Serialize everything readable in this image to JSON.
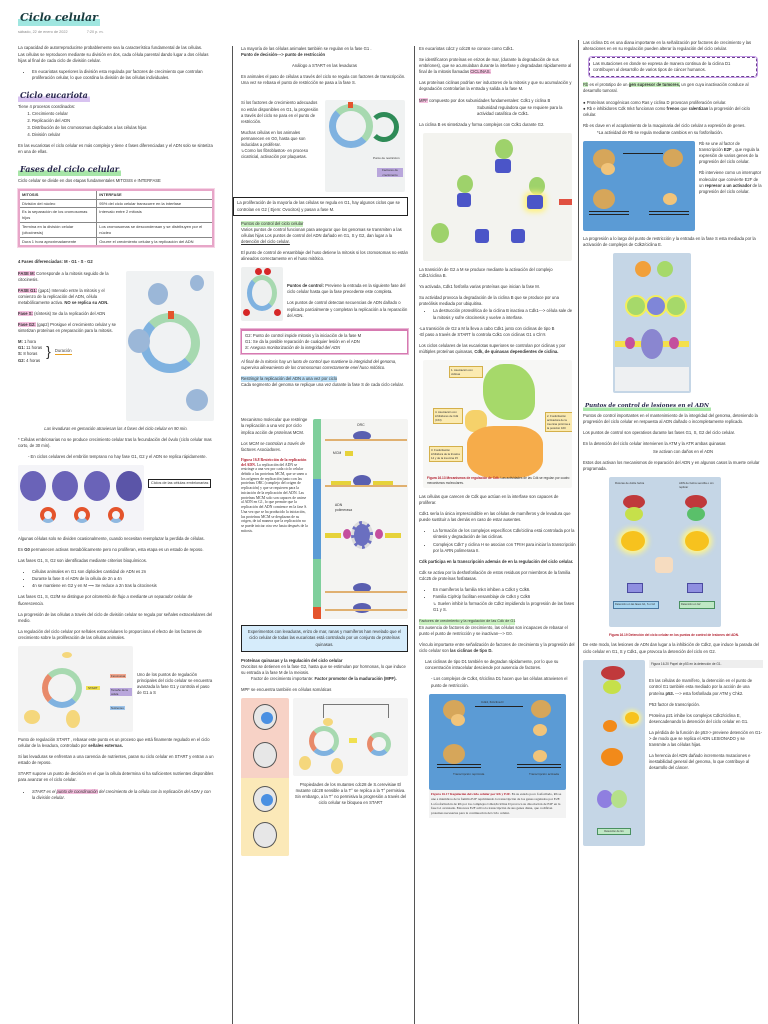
{
  "header": {
    "title": "Ciclo celular",
    "date": "sábado, 22 de enero de 2022",
    "time": "7:20 p. m."
  },
  "col1": {
    "intro1": "La capacidad de autorreproducirse probablemente sea la característica fundamental de las células.",
    "intro2": "Las células se reproducen mediante su división en dos, cada célula parental dando lugar a dos células hijas al final de cada ciclo de división celular.",
    "bullet1": "En eucariotas superiores la división esta regulada por factores de crecimiento que controlan proliferación celular, lo que coordina la división de las células individuales.",
    "euk_title": "Ciclo eucariota",
    "euk_intro": "Tiene 4 procesos coordinados:",
    "euk_list": [
      "Crecimiento celular",
      "Replicación del ADN",
      "Distribución de los cromosomas duplicados a las células hijas",
      "División celular"
    ],
    "euk_note": "En las eucariotas el ciclo celular es más complejo y tiene 4 fases diferenciadas y el ADN solo se sintetiza en una de ellas.",
    "phases_title": "Fases del ciclo celular",
    "phases_intro": "Ciclo celular se divide en dos etapas fundamentales MITOSIS e INTERFASE",
    "table": {
      "headers": [
        "MITOSIS",
        "INTERFASE"
      ],
      "rows": [
        [
          "División del núcleo",
          "95% del ciclo celular transcurre en la interfase"
        ],
        [
          "Es la separación de los cromosomas hijos",
          "Intervalo entre 2 mitosis"
        ],
        [
          "Termina en la división celular (citocinesis)",
          "Los cromosomas se descondensan y se distribuyen por el núcleo"
        ],
        [
          "Dura 1 hora aproximadamente",
          "Ocurre el crecimiento celular y la replicación del ADN"
        ]
      ]
    },
    "four_phases": "4 Fases diferenciadas: M - G1 - S - G2",
    "fase_m_label": "FASE M:",
    "fase_m": " Corresponde a la mitosis seguido de la citocinesis.",
    "fase_g1_label": "FASE G1:",
    "fase_g1": " (gap1) Intervalo entre la mitosis y el comienzo de la replicación del ADN, célula metabólicamente activa.",
    "fase_g1_bold": " NO se replica su ADN.",
    "fase_s_label": "Fase S:",
    "fase_s": " (síntesis) Se da la replicación del ADN",
    "fase_g2_label": "Fase G2:",
    "fase_g2": " (gap2) Prosigue el crecimiento celular y se sintetizan proteínas en preparación para la mitosis.",
    "durations": [
      {
        "phase": "M:",
        "value": "1 hora"
      },
      {
        "phase": "G1:",
        "value": "11 horas"
      },
      {
        "phase": "S:",
        "value": "8 horas"
      },
      {
        "phase": "G2:",
        "value": "4 horas"
      }
    ],
    "duration_label": "Duración",
    "yeast_note": "Las levaduras en gemación atraviesan las 4 fases del ciclo celular en 90 min.",
    "embryo_note": "* Células embrionarias no se produce crecimiento celular tras la fecundación del óvulo (ciclo celular mas corto, de 30 min).",
    "embryo_sub": "- En ciclos celulares del embrión temprano no hay fase G1, G2 y el ADN se replica rápidamente.",
    "embryo_box": "Ciclos de las células embrionarias",
    "some_cells": "Algunas células solo se dividen ocasionalmente, cuando necesitan reemplazar la perdida de células.",
    "g0_pre": "En ",
    "g0_bold": "G0",
    "g0_post": " permanecen activas metabólicamente pero no proliferan, esta etapa es un estado de reposo.",
    "biochem": "Las fases G1, S, G2 son identificadas mediante criterios bioquímicos.",
    "biochem_list": [
      "Células animales en G1 son diploides cantidad de ADN es 2n",
      "Durante la fase S el ADN de la célula de 2n a 4n",
      "4n se mantiene en G2 y en M ⟶ Se reduce a 2n tras la citocinesis"
    ],
    "flow_pre": "Las fases G1, S, G2/M se distingue por ",
    "flow_italic": "citometría de flujo a mediante un separador celular de fluorescencia.",
    "progression": "La progresión de las células a través del ciclo de división celular se regula por señales extracelulares del medio.",
    "regulation": "La regulación del ciclo celular por señales extracelulares lo proporciona el efecto de los factores de crecimiento sobre la proliferación de las células animales.",
    "start_side": "Uno de los puntos de regulación principales del ciclo celular se encuentra avanzada la fase G1 y controla el paso de G1 a S",
    "start_labels": [
      "Feromonas",
      "Tamaño de la célula",
      "Nutrientes",
      "START"
    ],
    "start_point_pre": "Punto de regulación START , rebasar este punto es un proceso que está finamente regulado en el ciclo celular de la levadura, controlado por ",
    "start_point_bold": "señales externas.",
    "yeast_nutrients": "Si las levaduras se enfrentan a una carencia de nutrientes, paran su ciclo celular en START y entran a un estado de reposo.",
    "start_decision": "START supone un punto de decisión en el que la célula determina si ha suficientes nutrientes disponibles para avanzar en el ciclo celular.",
    "start_bullet_pre": "START es el ",
    "start_bullet_hl": "punto de coordinación",
    "start_bullet_post": " del crecimiento de la célula con la replicación del ADN y con la división celular."
  },
  "col2": {
    "animals": "La mayoría de las células animales también se regulan en la fase G1 .",
    "decision_bold": "Punto de decisión---> punto de restricción",
    "analog": "Análogo a START en las levaduras",
    "transcription": "En animales el paso de células a través del ciclo se regula con factores de transcripción.",
    "restriction_pass": "Una vez se rebasa el punto de restricción se pasa a la fase S.",
    "growth_factors": "Si los factores de crecimiento adecuados no están disponibles en G1, la progresión a través del ciclo se para en el punto de restricción.",
    "many_cells": "Muchas células en los animales permanecen en G0, hasta que son inducidas a proliferar.",
    "fibroblasts": "Como los fibroblastos- en proceso cicatricial, activación por plaquetas.",
    "fig_labels": [
      "Punto de restricción",
      "Factores de crecimiento",
      "G0"
    ],
    "box_g1": "La proliferación de la mayoría de las células se regula en G1, hay algunos ciclos que se controlan en G2 ( Ejem: Ovocitos) y pasan a fase M.",
    "checkpoints_title": "Puntos de control del ciclo celular",
    "checkpoints_text": "Varios puntos de control funcionan para asegurar que los genomas se transmiten a las células hijas Los puntos de control del ADN dañado en G1, S y G2, dan lugar a la ",
    "checkpoints_ul": "detención del ciclo celular.",
    "spindle": "El punto de control de ensamblaje del huso detiene la mitosis si los cromosomas no están alineados correctamente en el huso mitótico.",
    "points_bold": "Puntos de control:",
    "points_text": " Previene la entrada en la siguiente fase del ciclo celular hasta que la fase precedente este completa.",
    "detect": "Los puntos de control detectan secuencias de ADN dañado o replicado parcialmente y completan la replicación a la reparación del ADN.",
    "pink_lines": [
      "G2: Punto de control impide mitosis y la iniciación de la fase M",
      "G1: Se da la posible reparación de cualquier lesión en el ADN",
      "S: Asegura monitorización de la integridad del ADN"
    ],
    "end_mitosis": "Al final de la mitosis hay un lunto de control que mantiene la integridad del genoma, supervisa alineamiento de los cromosomas correctamente enel huso mitótico.",
    "restrict_title": "Restringir la replicación del ADN a una vez por ciclo",
    "restrict_text": "Cada segmento del genoma se replique una vez durante la fase S de cada ciclo celular.",
    "mcm_text": "Mecanismo molecular que restringe la replicación a una vez por ciclo implica acción de proteínas MCM.",
    "mcm_control": "Los MCM se controlan a través de factores Asociadores.",
    "fig_caption_title": "Figura 16.8 Restricción de la replicación del ADN.",
    "fig_caption_text": "La replicación del ADN se restringe a una vez por cada ciclo celular debido a las proteínas MCM, que se unen a los orígenes de replicación junto con las proteínas ORC (complejo del origen de replicación) y que se requieren para la iniciación de la replicación del ADN. Las proteínas MCM solo son capaces de unirse al ADN en G1, lo que permite que la replicación del ADN comience en la fase S. Una vez que se ha producido la iniciación, las proteínas MCM se desplazan de su origen, de tal manera que la replicación no se puede iniciar otra vez hasta después de la mitosis.",
    "mcm_fig_labels": [
      "ORC",
      "MCM",
      "ADN polimerasa",
      "G1",
      "S",
      "G2",
      "M"
    ],
    "experiments_box": "Experimentos con levaduras, erizo de mar, ranas y mamíferos han revelado que el ciclo celular de todas las eucariotas está controlado por un conjunto de proteínas quinasas.",
    "kinases_title": "Proteínas quinasas y la regulación del ciclo celular",
    "oocytes": "Ovocitos se detienen en la fase G2, hasta que se estimulan por hormonas, lo que induce su entrada a la fase M de la meiosis.",
    "mpf_pre": "Factor de crecimiento importante: ",
    "mpf_bold": "Factor promotor de la maduración (MPF).",
    "mpf_somatic": "MPF se encuentra también en células somáticas",
    "cdc28_caption": "Propiedades de los mutantes cdc28 de S.cerevisiae El mutante cdc28 sensible a la T° se replica a la T° permisiva. Sin embargo, a la T° no permisiva la progresión a través del ciclo celular se bloquea en START"
  },
  "col3": {
    "cdk1": "En eucariotas cdc2 y cdc28 se conoce como Cdk1.",
    "cyclins_pre": "Se identificaron proteínas en erizos de mar, (durante la degradación de sus embriones), que se acumulaban durante la interfase y degradadas rápidamente al final de la mitosis llamadas ",
    "cyclins_hl": "CICLINAS.",
    "cyclins_inducers": "Las proteínas ciclinas podrían ser inductores de la mitosis y que su acumulación y degradación controlarían la entrada y salida a la fase M.",
    "mpf_label": "MPF",
    "mpf_text": " compuesto por dos subunidades fundamentales: Cdk1 y ciclina B",
    "regulatory": "Subunidad reguladora que se requiere para la actividad catalítica de Cdk1.",
    "cyclin_b": "La ciclina B es sintetizada y forma complejos con Cdk1 durante G2.",
    "cycle_fig_labels": [
      "Ciclina B",
      "Cdk1",
      "MPF",
      "Degradación de la ciclina B"
    ],
    "transition": "La transición de G2 a M se produce mediante la activación del complejo Cdk1/ciclina B.",
    "activated": "Ya activada, Cdk1 fosforila varias proteínas que inician la fase M.",
    "activity": "Su actividad provoca la degradación de la ciclina B que se produce por una proteólisis mediada por ubiquitina.",
    "destruction": "La destrucción proteolítica de la ciclina B inactiva a Cdk1---> célula sale de la mitosis y sufre citocinesis y vuelve a interfase.",
    "transition_b": "-La transición de G2 a M la lleva a cabo Cdk1 junto con ciclinas de tipo B",
    "start_pass": "-El paso a través de START lo controla Cdk1 con ciclinas G1 o Cln's",
    "higher_pre": "Los ciclos celulares de las eucariotas superiores se controlan por ciclinas y por múltiples proteínas quinasas, ",
    "higher_bold": "Cdk,  de quinasas dependientes de ciclina.",
    "cdk_fig_labels": [
      "1. Asociación con ciclinas",
      "Ciclina",
      "4. Asociación con inhibidores de Cdk (CKI)",
      "CKI",
      "2. Fosforilación activadora de la treonina próxima a la posición 160",
      "Cdk",
      "3. Fosforilación inhibidora de la tirosina 14 y de la treonina 15"
    ],
    "cdk_caption_title": "Figura 16.13 Mecanismos de regulación de Cdk.",
    "cdk_caption_text": " Las actividades de las Cdk se regulan por cuatro mecanismos moleculares.",
    "cdk_interphase": "Las células que carecen de Cdk que actúan en la interfase son capaces de proliferar.",
    "cdk1_only": "Cdk1 sería la única imprescindible en las células de mamíferos y de levadura que puede sustituir a las demás en caso de estar ausentes.",
    "cdk_list": [
      "La formación de los complejos específicos Cdk/ciclina está controlada por la síntesis y degradación de las ciclinas.",
      "Complejos Cdk7 y ciclina H se asocian con TFIIH para iniciar la transcripción por la ARN polimerasa II."
    ],
    "cdk_transcription": "Cdk participa en la transcripción además de en la regulación del ciclo celular.",
    "cdc25": "Cdk se activa por la desfosforilación de estos residuos por miembros de la familia Cdc25 de proteínas fosfatasas.",
    "ink_list": [
      "En mamíferos la familia Ink4 inhiben a Cdk4 y Cdk6.",
      "Familia Cip/Kip facilitan ensamblaje de Cdk4 y Cdk6"
    ],
    "ink_sub": "Suelen inhibir la formación de Cdk2 impidiendo la progresión de las fases G1 y S.",
    "growth_title": "Factores de crecimiento y la regulación de las Cdk de G1",
    "growth_text": "En ausencia de factores de crecimiento, las células son incapaces de rebasar el punto el punto de restricción y se inactivan---> G0.",
    "link_pre": "Vínculo importante entre señalización de factores de crecimiento y la progresión del ciclo celular son ",
    "link_bold": "las ciclinas de tipo D.",
    "d1_degrade": "Las ciclinas de tipo D1 también se degradan rápidamente, por lo que su concentración intracelular desciende por ausencia de factores.",
    "d1_complex": "- Los complejos de Cdk4, 6/ciclina D1 hacen que las células atraviesen el punto de restricción.",
    "rb_fig_labels": [
      "Rb",
      "Cdk4, 6/ciclina D",
      "E2F",
      "Transcripción reprimida",
      "Transcripción activada"
    ],
    "rb_caption_title": "Figura 16.17 Regulación del ciclo celular por Rb y E2F.",
    "rb_caption_text": " En su estado poco fosforilado, Rb se une a miembros de la familia E2F reprimiendo la transcripción de los genes regulados por E2F. La fosforilación de Rb por los complejos Cdk4,6/ciclina D provoca su disociación de E2F en la fase G1 avanzada. Entonces E2F activa la transcripción de sus genes diana, que codifican proteínas necesarias para la continuación del ciclo celular."
  },
  "col4": {
    "d1_signal": "Las ciclina D1 es una diana importante en la señalización por factores de crecimiento y las alteraciones en en su regulación pueden alterar la regulación del ciclo celular.",
    "mutations_box": "Las mutaciones en donde se expresa de manera continua de la ciclina D1 contribuyen al desarrollo de varios tipos de cáncer humanos.",
    "rb_label": "Rb",
    "rb_pre": " es el prototipo de un ",
    "rb_hl": "gen supresor de tumores,",
    "rb_post": " un gen cuya inactivación conduce al desarrollo tumoral.",
    "oncogenic": "Proteínas oncogénicas como Ras y ciclina D provocan proliferación celular.",
    "inhibitors_pre": "Rb e inhibidores Cdk Ink4 funcionan como ",
    "inhibitors_bold1": "frenos",
    "inhibitors_mid": " que ",
    "inhibitors_bold2": "ralentizan",
    "inhibitors_post": " la progresión del ciclo celular.",
    "rb_key": "Rb es clave en el acoplamiento de la maquinaria del ciclo celular a expresión de genes.",
    "rb_activity": "*La actividad de Rb se regula mediante cambios en su fosforilación.",
    "rb_e2f_pre": "Rb se une al factor de transcripción ",
    "rb_e2f_bold": "E2F",
    "rb_e2f_post": " , que regula la expresión de varios genes de la progresión del ciclo celular.",
    "rb_switch_pre": "Rb interviene como un interruptor molecular que convierte E2F de un ",
    "rb_switch_bold": "represor a un activador",
    "rb_switch_post": " de la progresión del ciclo celular.",
    "progression": "La progresión a lo largo del punto de restricción y la entrada en la fase S esta mediada por la activación de complejos de Cdk2/ciclina E.",
    "lesions_title": "Puntos de control de lesiones en el ADN",
    "lesions_text": "Puntos de control importantes en el mantenimiento de la integridad del genoma, deteniendo la progresión del ciclo celular en respuesta al ADN dañado o incompletamente replicado.",
    "operative": "Los puntos de control son operativos durante las fases G1, S, G2 del ciclo celular.",
    "atm_atr": "En la detención del ciclo celular intervienen la ATM y la ATR ambas quinasas",
    "activated_by": "Se activan con daños en el ADN",
    "repair": "Estos dos activan los mecanismos de reparación del ADN y en algunos casos la muerte celular programada.",
    "atm_fig_labels": [
      "Roturas de doble hebra",
      "ADN de hebra sencilla o sin replicar",
      "ATM",
      "ATR",
      "Chk2",
      "Chk1",
      "Cdc25",
      "Detención en las fases G1, S o G2",
      "Detención en G2"
    ],
    "atm_caption": "Figura 16.19 Detención del ciclo celular en los puntos de control de lesiones del ADN.",
    "lesions_result": "De este modo, las lesiones de ADN dan lugar a la inhibición de Cdk2, que induce la parada del ciclo celular en G1, S y Cdk1, que provoca la detención del ciclo en G2.",
    "p53_caption": "Figura 16.20 Papel de p53 en la detención de G1.",
    "p53_fig_labels": [
      "ATM",
      "Chk2",
      "p53",
      "Rotura en ADN",
      "Inhibidor de Cdk2/ciclina E",
      "p21",
      "Cdk2",
      "Ciclina E",
      "Detención de G1"
    ],
    "mammal_pre": "En las células de mamífero, la detención en el punto de control G1 también esta mediado por la acción de una proteína ",
    "mammal_bold": "p53.",
    "mammal_post": " ---> esta fosforilada  por ATM y Chk2.",
    "p53_tf": "P53 factor de transcripción.",
    "p21": "Proteína p21 inhibe los complejos Cdk2/ciclina E, desencadenando la detención del ciclo celular en G1.",
    "p53_loss": "La pérdida de la función de p53-> previene detención en G1-> de modo que se replica el ADN LESIONADO y se transmite a las células hijas.",
    "inheritance": "La herencia del ADN dañado incrementa mutaciones e inestabilidad general del genoma, lo que contribuye al desarrollo del cáncer."
  },
  "colors": {
    "title_highlight": "#9fe6e0",
    "pink_highlight": "#f6c1e0",
    "green_highlight": "#c9f0c0",
    "blue_box": "#d6ecfb",
    "table_border": "#e7a6c8",
    "figure_blue": "#5b9bd5"
  }
}
